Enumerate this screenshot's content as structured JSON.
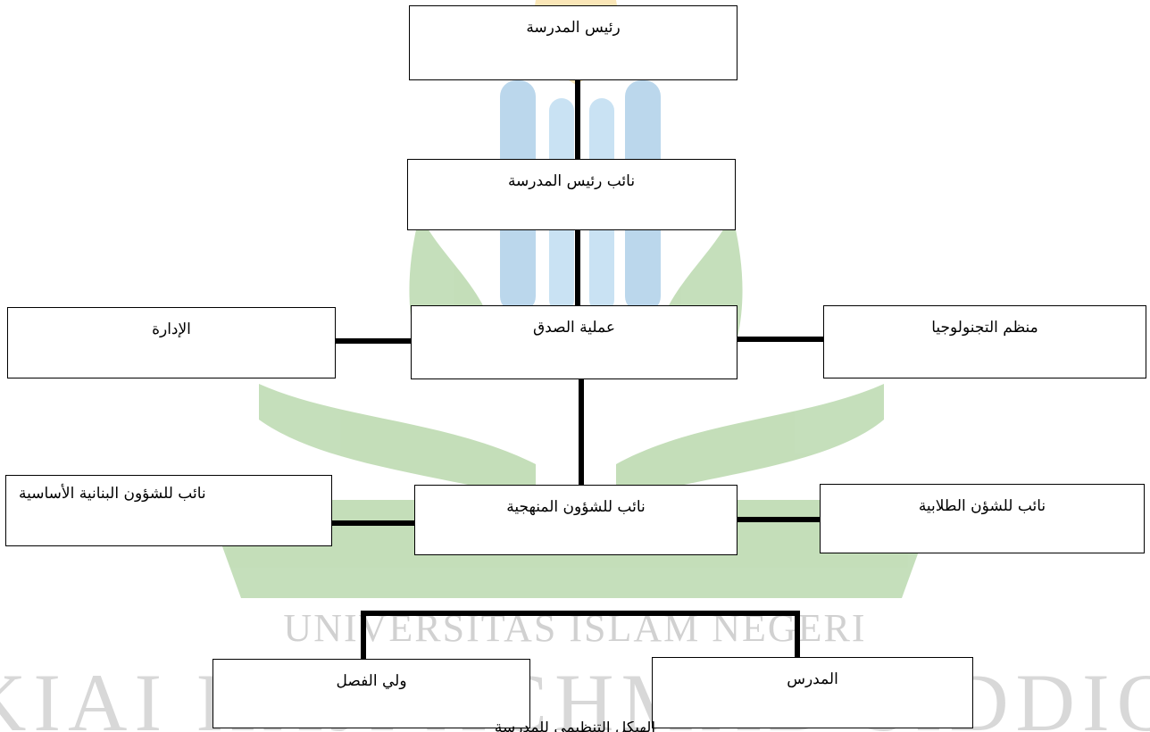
{
  "watermark": {
    "text_top": "UNIVERSITAS ISLAM NEGERI",
    "text_bottom": "KIAI HAJI ACHMAD SIDDIQ",
    "green": "#4c9a2a",
    "blue": "#2f86c6",
    "gold": "#f2b323"
  },
  "org_chart": {
    "principal": "رئيس المدرسة",
    "vice_principal": "نائب رئيس المدرسة",
    "admin": "الإدارة",
    "verification": "عملية الصدق",
    "tech_organizer": "منظم التجنولوجيا",
    "vp_infrastructure": "نائب للشؤون البنانية الأساسية",
    "vp_curriculum": "نائب للشؤون المنهجية",
    "vp_student_affairs": "نائب للشؤن الطلابية",
    "homeroom_teacher": "ولي الفصل",
    "teacher": "المدرس"
  },
  "caption": "الهيكل التنظيمي للمدرسة"
}
